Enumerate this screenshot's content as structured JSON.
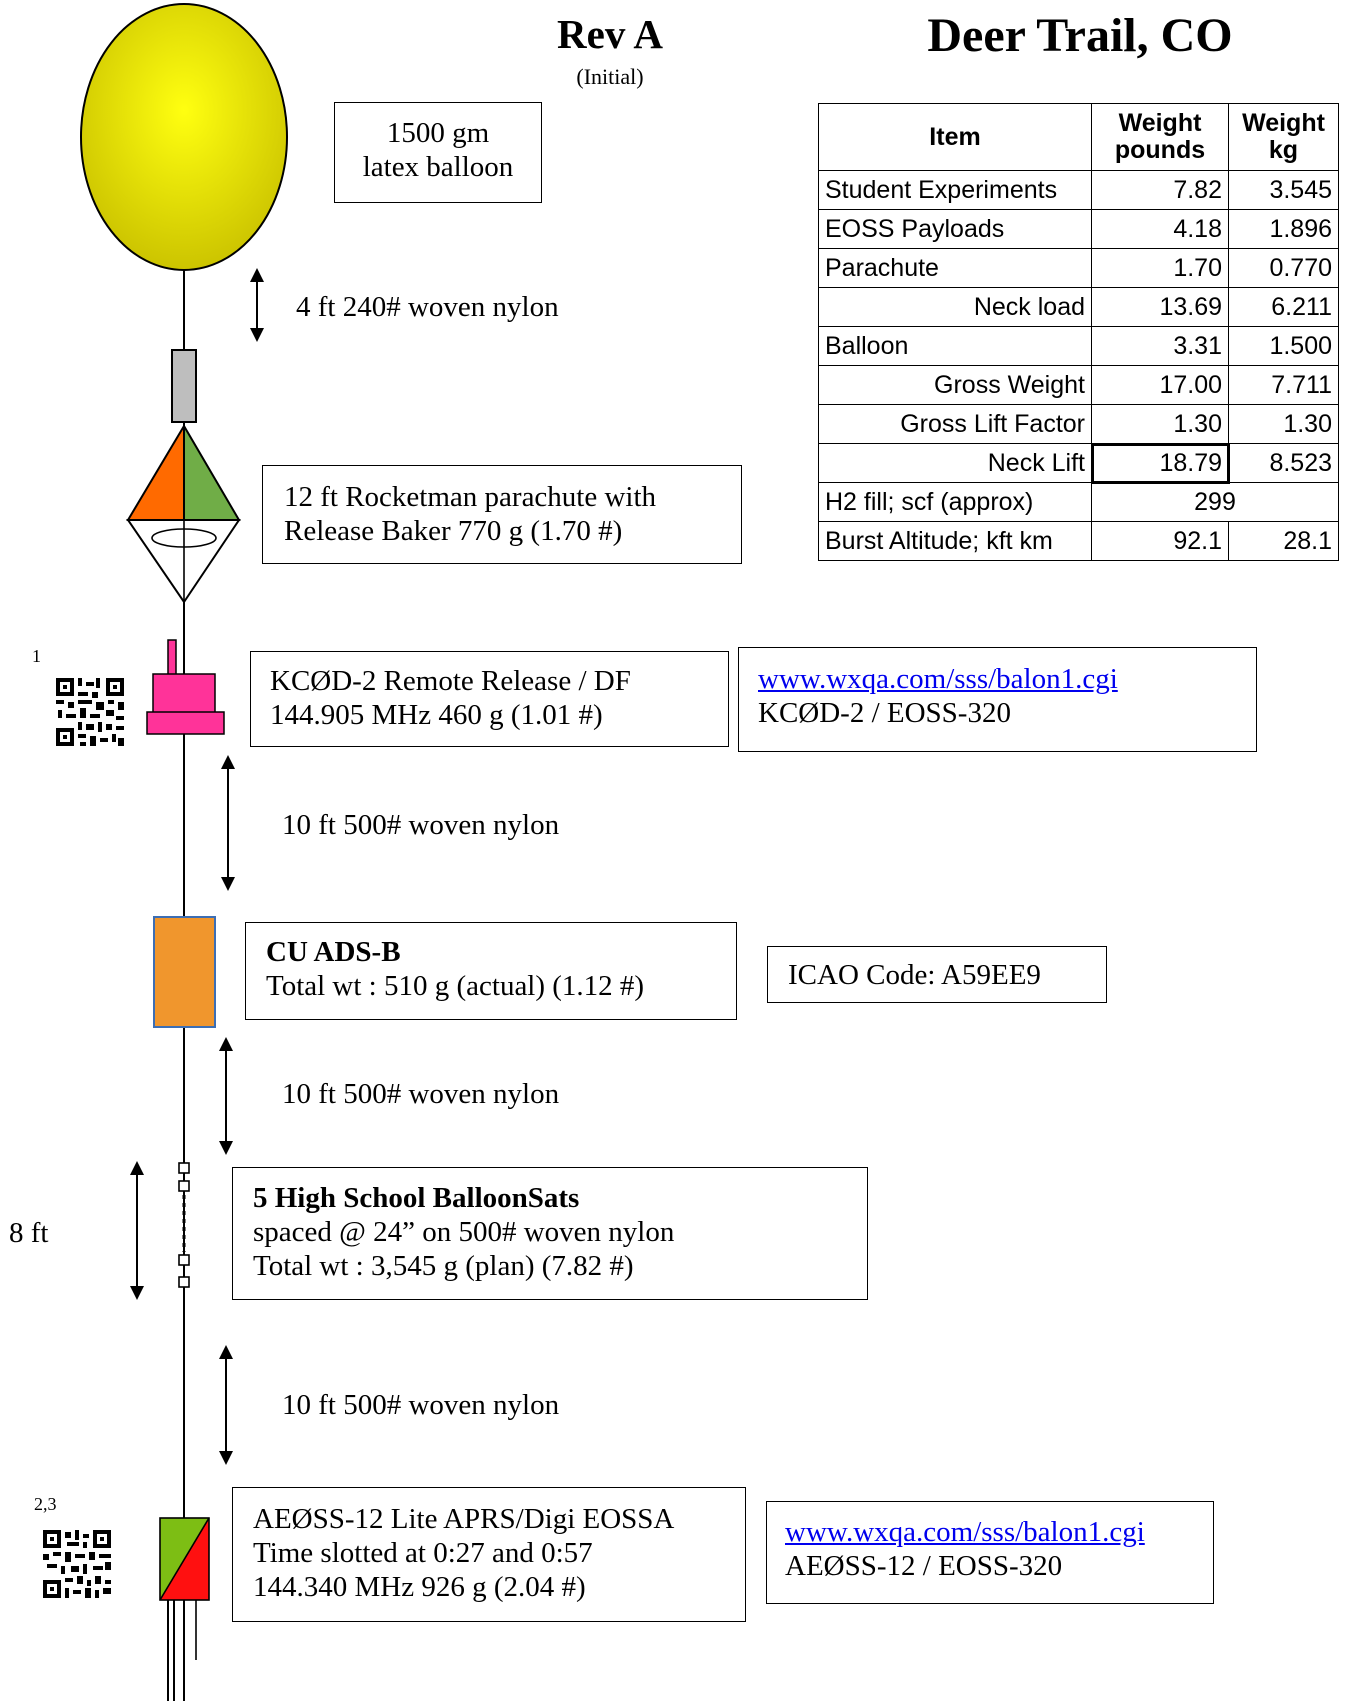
{
  "header": {
    "rev_title": "Rev A",
    "rev_subtitle": "(Initial)",
    "location": "Deer Trail, CO"
  },
  "stack": {
    "balloon": {
      "label_line1": "1500 gm",
      "label_line2": "latex balloon",
      "color": "#F2EE00"
    },
    "line1": "4 ft 240# woven nylon",
    "parachute": {
      "line1": "12 ft Rocketman parachute with",
      "line2": "Release Baker 770 g (1.70 #)"
    },
    "release": {
      "footnote": "1",
      "line1": "KCØD-2 Remote Release  / DF",
      "line2": "144.905 MHz 460 g (1.01 #)",
      "link": "www.wxqa.com/sss/balon1.cgi",
      "ident": "KCØD-2  / EOSS-320",
      "color": "#FF3399"
    },
    "line2": "10 ft 500# woven nylon",
    "adsb": {
      "title": "CU ADS-B",
      "weight": "Total wt :  510 g (actual) (1.12 #)",
      "icao": "ICAO Code: A59EE9",
      "color": "#F0962D"
    },
    "line3": "10 ft 500# woven nylon",
    "balloonsats": {
      "span": "8 ft",
      "title": "5 High School BalloonSats",
      "line2": "spaced @ 24” on 500# woven nylon",
      "line3": "Total wt : 3,545 g (plan) (7.82 #)"
    },
    "line4": "10 ft 500# woven nylon",
    "tracker": {
      "footnote": "2,3",
      "line1": "AEØSS-12 Lite APRS/Digi  EOSSA",
      "line2": "Time slotted at 0:27 and 0:57",
      "line3": "144.340 MHz   926 g (2.04 #)",
      "link": "www.wxqa.com/sss/balon1.cgi",
      "ident": "AEØSS-12  / EOSS-320"
    }
  },
  "weight_table": {
    "headers": [
      "Item",
      "Weight pounds",
      "Weight kg"
    ],
    "header_lines": [
      [
        "Item"
      ],
      [
        "Weight",
        "pounds"
      ],
      [
        "Weight",
        "kg"
      ]
    ],
    "rows": [
      {
        "item": "Student Experiments",
        "lb": "7.82",
        "kg": "3.545"
      },
      {
        "item": "EOSS Payloads",
        "lb": "4.18",
        "kg": "1.896"
      },
      {
        "item": "Parachute",
        "lb": "1.70",
        "kg": "0.770"
      },
      {
        "item": "Neck load",
        "lb": "13.69",
        "kg": "6.211"
      },
      {
        "item": "Balloon",
        "lb": "3.31",
        "kg": "1.500"
      },
      {
        "item": "Gross Weight",
        "lb": "17.00",
        "kg": "7.711"
      },
      {
        "item": "Gross Lift Factor",
        "lb": "1.30",
        "kg": "1.30"
      },
      {
        "item": "Neck Lift",
        "lb": "18.79",
        "kg": "8.523"
      },
      {
        "item": "H2 fill; scf (approx)",
        "value": "299"
      },
      {
        "item": "Burst Altitude; kft km",
        "lb": "92.1",
        "kg": "28.1"
      }
    ]
  }
}
